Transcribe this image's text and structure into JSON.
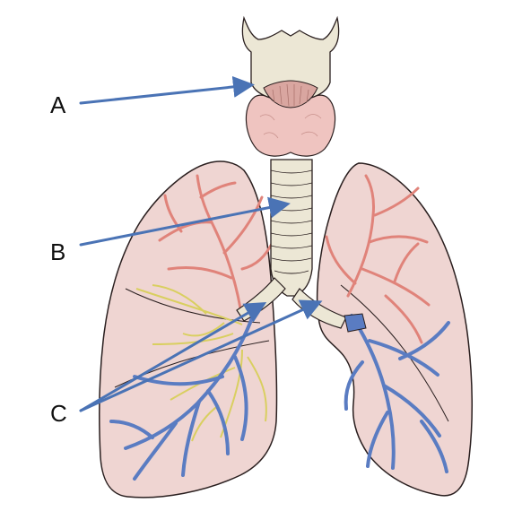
{
  "labels": {
    "a": "A",
    "b": "B",
    "c": "C"
  },
  "colors": {
    "arrow": "#4a73b5",
    "lung_fill": "#efd5d2",
    "lung_stroke": "#2a1f1f",
    "cartilage": "#ece7d5",
    "thyroid": "#efc4c0",
    "artery": "#e0837a",
    "vein": "#5a7cc2",
    "bronchiole": "#ece48a"
  }
}
